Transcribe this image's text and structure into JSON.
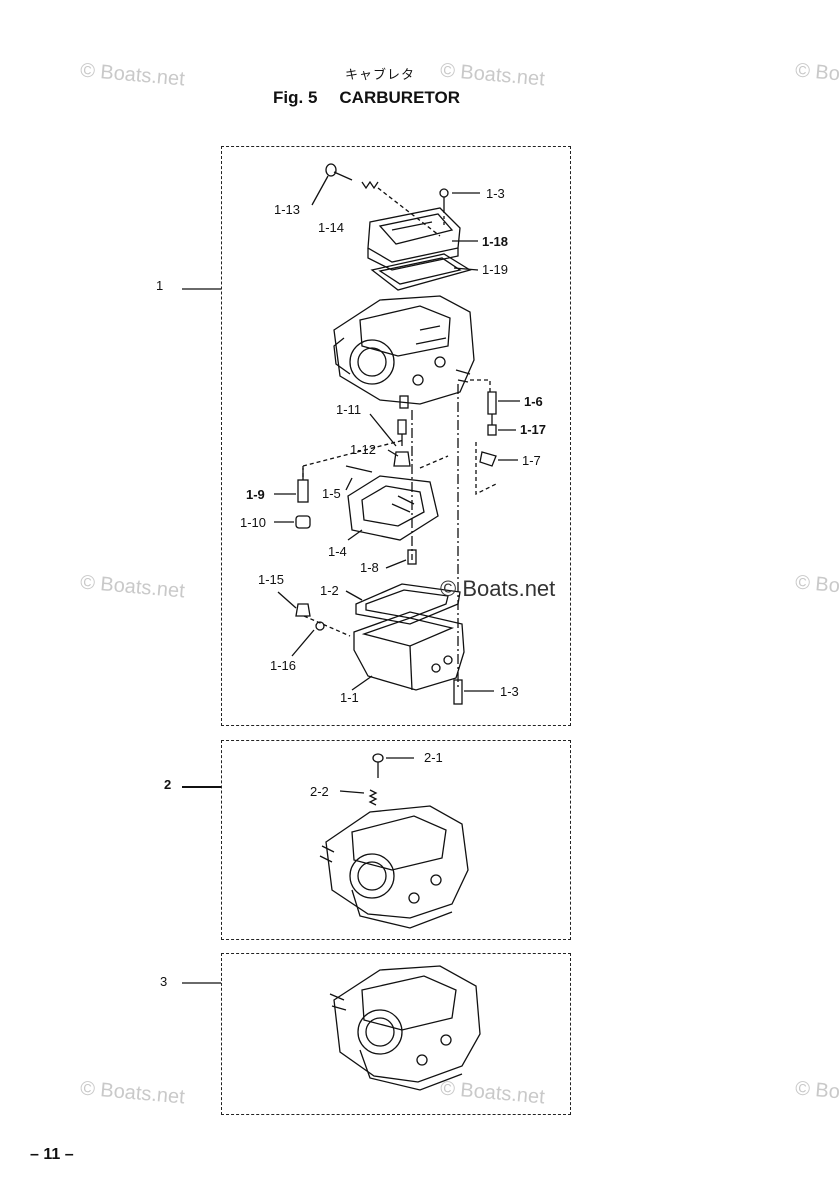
{
  "header": {
    "jp_title": "キャブレタ",
    "fig_label": "Fig. 5",
    "title": "CARBURETOR"
  },
  "groups": [
    {
      "label": "1"
    },
    {
      "label": "2"
    },
    {
      "label": "3"
    }
  ],
  "callouts": {
    "c1_13": "1-13",
    "c1_14": "1-14",
    "c1_3a": "1-3",
    "c1_18": "1-18",
    "c1_19": "1-19",
    "c1_6": "1-6",
    "c1_17": "1-17",
    "c1_7": "1-7",
    "c1_11": "1-11",
    "c1_12": "1-12",
    "c1_9": "1-9",
    "c1_5": "1-5",
    "c1_10": "1-10",
    "c1_4": "1-4",
    "c1_8": "1-8",
    "c1_15": "1-15",
    "c1_2": "1-2",
    "c1_16": "1-16",
    "c1_1": "1-1",
    "c1_3b": "1-3",
    "c2_1": "2-1",
    "c2_2": "2-2"
  },
  "watermark": {
    "text": "© Boats.net"
  },
  "footer": {
    "page": "– 11 –"
  }
}
